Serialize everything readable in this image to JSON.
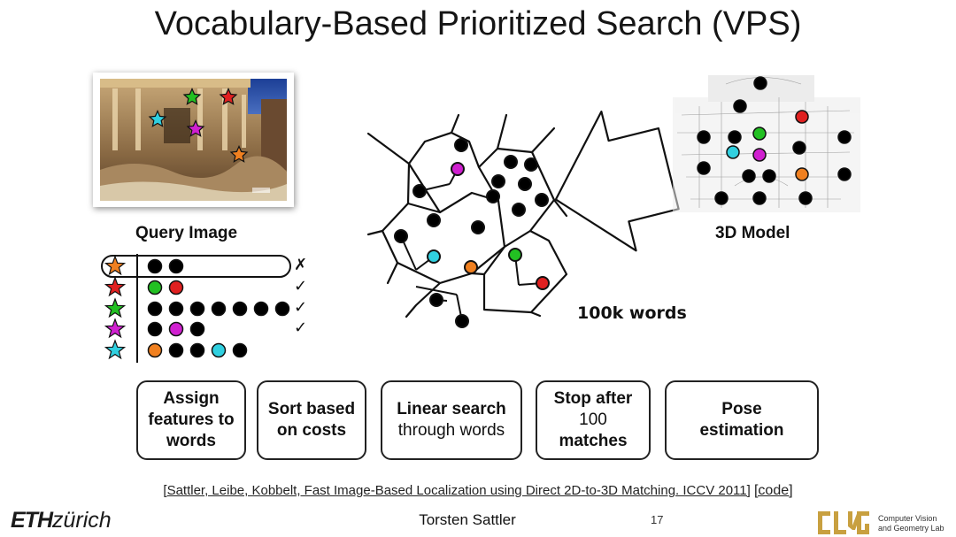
{
  "slide": {
    "title": "Vocabulary-Based Prioritized Search (VPS)",
    "query_label": "Query Image",
    "model_label": "3D Model",
    "words_label": "100k words",
    "matches": [
      {
        "star_color": "#f08020",
        "features": [
          "#000000",
          "#000000"
        ],
        "mark": "✗",
        "selected": true
      },
      {
        "star_color": "#e02020",
        "features": [
          "#22c022",
          "#e02020"
        ],
        "mark": "✓",
        "selected": false
      },
      {
        "star_color": "#22c022",
        "features": [
          "#000000",
          "#000000",
          "#000000",
          "#000000",
          "#000000",
          "#000000",
          "#000000"
        ],
        "mark": "✓",
        "selected": false
      },
      {
        "star_color": "#d020d0",
        "features": [
          "#000000",
          "#d020d0",
          "#000000"
        ],
        "mark": "✓",
        "selected": false
      },
      {
        "star_color": "#30d0e0",
        "features": [
          "#f08020",
          "#000000",
          "#000000",
          "#30d0e0",
          "#000000"
        ],
        "mark": "",
        "selected": false
      }
    ],
    "steps": [
      {
        "lines": [
          {
            "t": "Assign",
            "bold": true
          },
          {
            "t": "features to",
            "bold": true
          },
          {
            "t": "words",
            "bold": true
          }
        ]
      },
      {
        "lines": [
          {
            "t": "Sort based",
            "bold": true
          },
          {
            "t": "on costs",
            "bold": true
          }
        ]
      },
      {
        "lines": [
          {
            "t": "Linear search",
            "bold": true
          },
          {
            "t": "through words",
            "bold": false
          }
        ]
      },
      {
        "lines": [
          {
            "t": "Stop after",
            "bold": true
          },
          {
            "t": "100",
            "bold": false
          },
          {
            "t": "matches",
            "bold": true
          }
        ]
      },
      {
        "lines": [
          {
            "t": "Pose",
            "bold": true
          },
          {
            "t": "estimation",
            "bold": true
          }
        ]
      }
    ],
    "citation": {
      "text": "[Sattler, Leibe, Kobbelt, Fast Image-Based Localization using Direct 2D-to-3D Matching. ICCV 2011]",
      "code": "[code]"
    },
    "footer": {
      "logo_eth": "ETH",
      "logo_zurich": "zürich",
      "author": "Torsten Sattler",
      "page": "17",
      "lab_line1": "Computer Vision",
      "lab_line2": "and Geometry Lab"
    },
    "colors": {
      "orange": "#f08020",
      "red": "#e02020",
      "green": "#22c022",
      "magenta": "#d020d0",
      "cyan": "#30d0e0",
      "black": "#000000"
    }
  }
}
